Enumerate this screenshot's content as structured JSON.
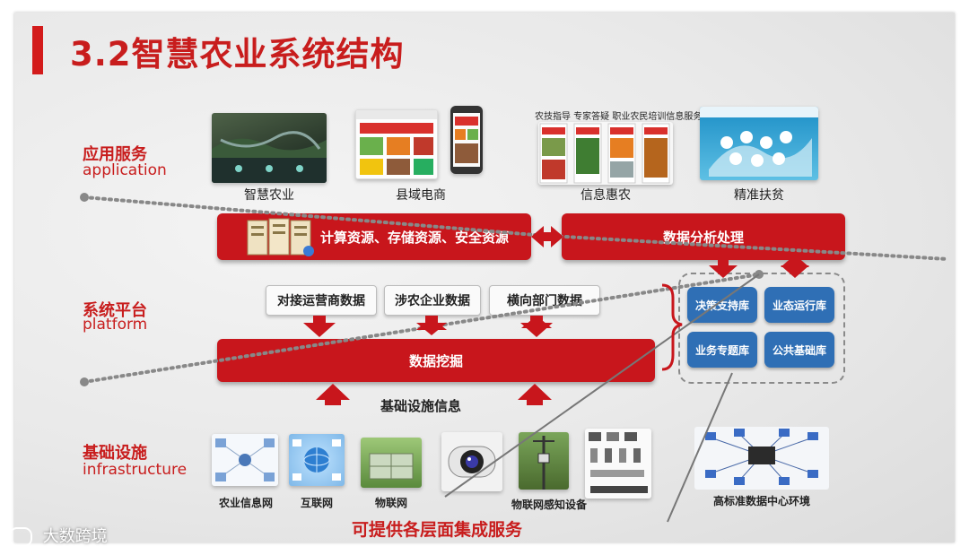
{
  "title": "3.2智慧农业系统结构",
  "sections": {
    "application": {
      "cn": "应用服务",
      "en": "application"
    },
    "platform": {
      "cn": "系统平台",
      "en": "platform"
    },
    "infrastructure": {
      "cn": "基础设施",
      "en": "infrastructure"
    }
  },
  "apps": [
    {
      "label": "智慧农业"
    },
    {
      "label": "县域电商"
    },
    {
      "label": "信息惠农",
      "header": "农技指导 专家答疑 职业农民培训信息服务"
    },
    {
      "label": "精准扶贫"
    }
  ],
  "platform": {
    "resources": "计算资源、存储资源、安全资源",
    "analysis": "数据分析处理",
    "sources": [
      "对接运营商数据",
      "涉农企业数据",
      "横向部门数据"
    ],
    "mining": "数据挖掘",
    "infra_info": "基础设施信息",
    "databases": [
      "决策支持库",
      "业态运行库",
      "业务专题库",
      "公共基础库"
    ]
  },
  "infra": [
    {
      "label": "农业信息网"
    },
    {
      "label": "互联网"
    },
    {
      "label": "物联网"
    },
    {
      "label": "物联网感知设备"
    },
    {
      "label": "高标准数据中心环境"
    }
  ],
  "footer": "可提供各层面集成服务",
  "watermark": "大数跨境",
  "colors": {
    "accent_red": "#c8161c",
    "db_blue": "#2f6fb5"
  }
}
